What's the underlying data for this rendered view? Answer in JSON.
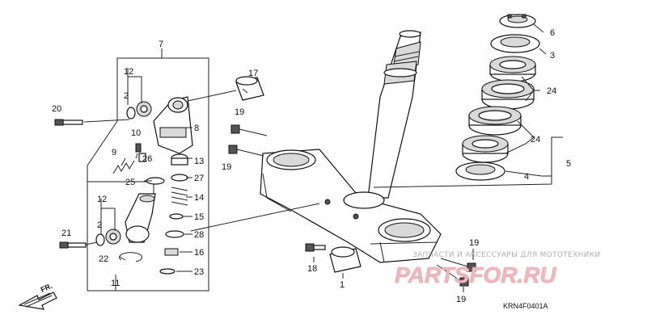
{
  "diagram": {
    "callouts": [
      {
        "id": "c1",
        "label": "1"
      },
      {
        "id": "c2a",
        "label": "2"
      },
      {
        "id": "c2b",
        "label": "2"
      },
      {
        "id": "c3",
        "label": "3"
      },
      {
        "id": "c4",
        "label": "4"
      },
      {
        "id": "c5",
        "label": "5"
      },
      {
        "id": "c6",
        "label": "6"
      },
      {
        "id": "c7",
        "label": "7"
      },
      {
        "id": "c8",
        "label": "8"
      },
      {
        "id": "c9",
        "label": "9"
      },
      {
        "id": "c10",
        "label": "10"
      },
      {
        "id": "c11",
        "label": "11"
      },
      {
        "id": "c12a",
        "label": "12"
      },
      {
        "id": "c12b",
        "label": "12"
      },
      {
        "id": "c13",
        "label": "13"
      },
      {
        "id": "c14",
        "label": "14"
      },
      {
        "id": "c15",
        "label": "15"
      },
      {
        "id": "c16",
        "label": "16"
      },
      {
        "id": "c17",
        "label": "17"
      },
      {
        "id": "c18",
        "label": "18"
      },
      {
        "id": "c19a",
        "label": "19"
      },
      {
        "id": "c19b",
        "label": "19"
      },
      {
        "id": "c19c",
        "label": "19"
      },
      {
        "id": "c19d",
        "label": "19"
      },
      {
        "id": "c20",
        "label": "20"
      },
      {
        "id": "c21",
        "label": "21"
      },
      {
        "id": "c22",
        "label": "22"
      },
      {
        "id": "c23",
        "label": "23"
      },
      {
        "id": "c24a",
        "label": "24"
      },
      {
        "id": "c24b",
        "label": "24"
      },
      {
        "id": "c25",
        "label": "25"
      },
      {
        "id": "c26",
        "label": "26"
      },
      {
        "id": "c27",
        "label": "27"
      },
      {
        "id": "c28",
        "label": "28"
      }
    ],
    "drawing_code": "KRN4F0401A",
    "direction_label": "FR."
  },
  "watermark": {
    "tagline": "ЗАПЧАСТИ И АКСЕССУАРЫ ДЛЯ МОТОТЕХНИКИ",
    "brand": "PARTSFOR.RU"
  },
  "colors": {
    "line": "#111111",
    "watermark_brand": "#f0b8bc",
    "watermark_text": "#b0b0b0"
  }
}
